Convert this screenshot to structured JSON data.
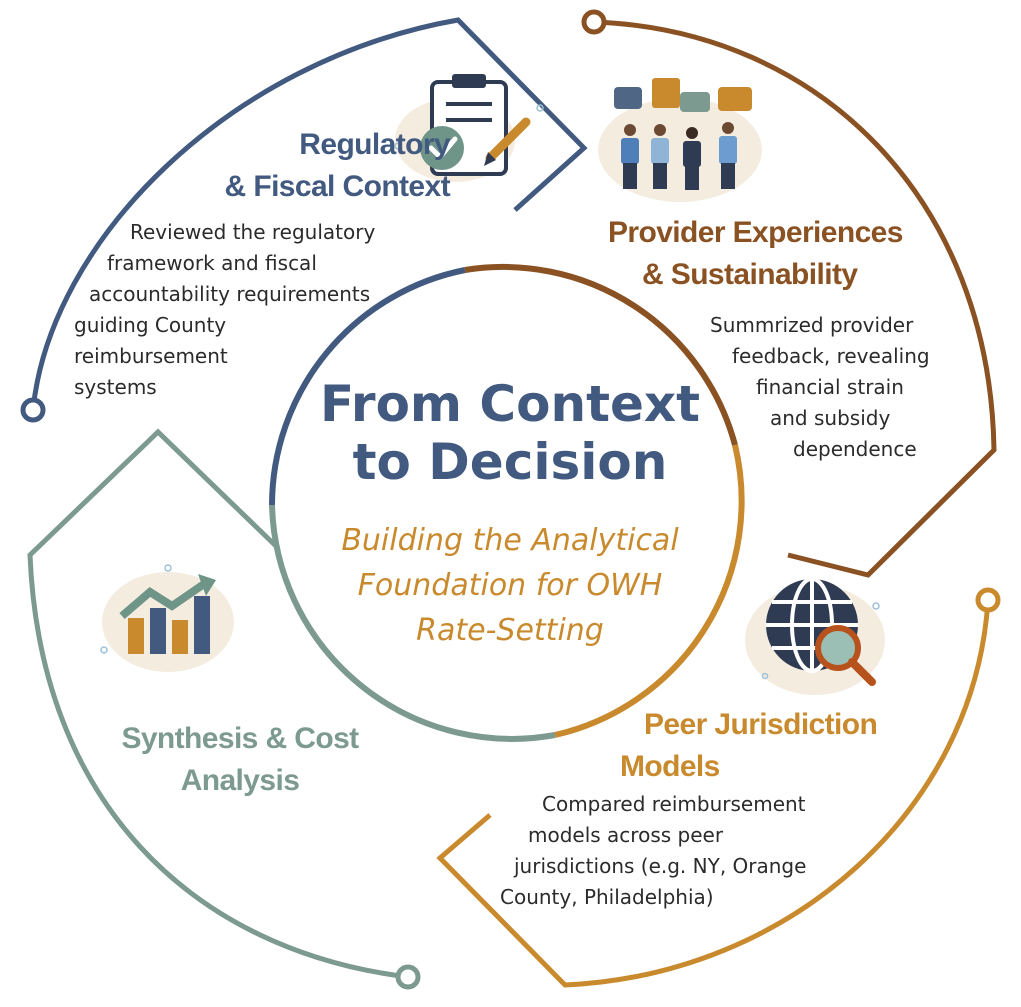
{
  "colors": {
    "navy": "#425a80",
    "brown": "#8a5222",
    "gold": "#c98a2e",
    "sage": "#7c9a90",
    "blob": "#f5ece0"
  },
  "center": {
    "title_lines": [
      "From Context",
      "to Decision"
    ],
    "subtitle_lines": [
      "Building the Analytical",
      "Foundation for OWH",
      "Rate-Setting"
    ]
  },
  "sections": {
    "regulatory": {
      "title_lines": [
        "Regulatory",
        "& Fiscal Context"
      ],
      "body_lines": [
        "Reviewed the regulatory",
        "framework and fiscal",
        "accountability requirements",
        "guiding County",
        "reimbursement",
        "systems"
      ],
      "icon": "checklist-clipboard-icon"
    },
    "provider": {
      "title_lines": [
        "Provider Experiences",
        "& Sustainability"
      ],
      "body_lines": [
        "Summrized provider",
        "feedback, revealing",
        "financial strain",
        "and subsidy",
        "dependence"
      ],
      "icon": "people-discussion-icon"
    },
    "peer": {
      "title_lines": [
        "Peer Jurisdiction",
        "Models"
      ],
      "body_lines": [
        "Compared reimbursement",
        "models across peer",
        "jurisdictions (e.g. NY, Orange",
        "County, Philadelphia)"
      ],
      "icon": "globe-magnifier-icon"
    },
    "synthesis": {
      "title_lines": [
        "Synthesis & Cost",
        "Analysis"
      ],
      "icon": "growth-chart-icon"
    }
  }
}
